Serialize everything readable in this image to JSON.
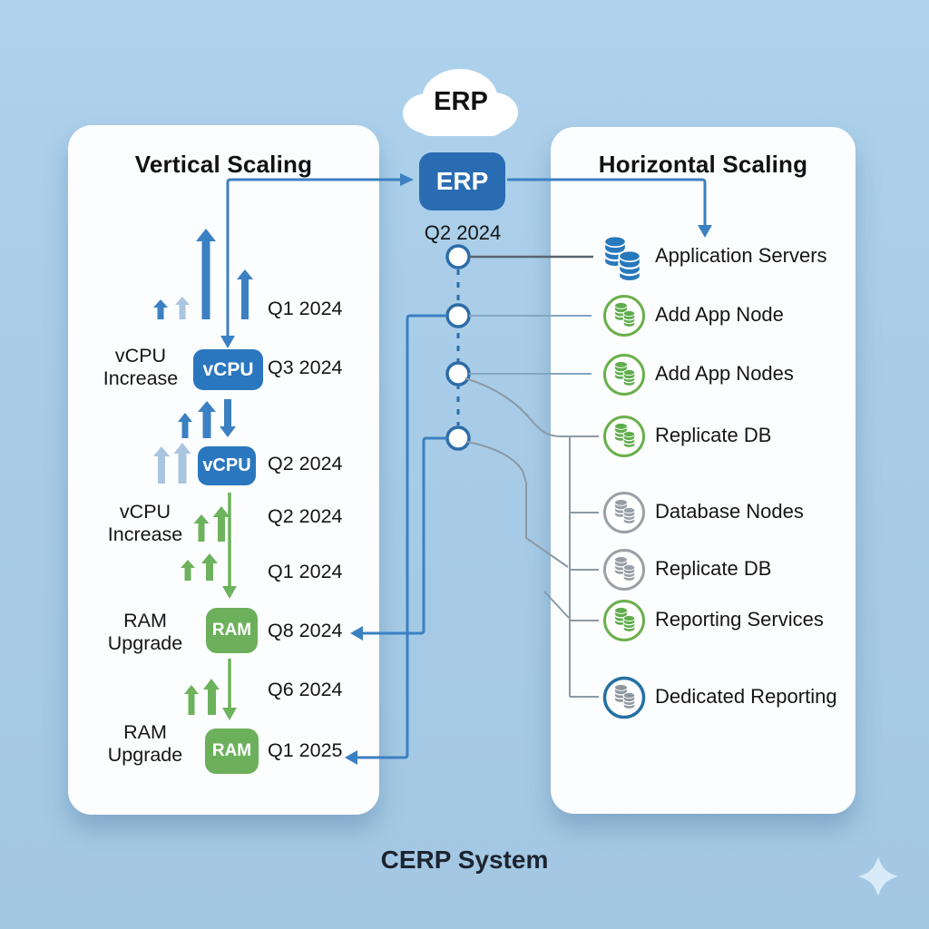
{
  "center": {
    "cloud_label": "ERP",
    "erp_box_label": "ERP",
    "erp_date": "Q2 2024"
  },
  "vertical": {
    "title": "Vertical Scaling",
    "quarters": [
      "Q1 2024",
      "Q3 2024",
      "Q2 2024",
      "Q2 2024",
      "Q1 2024",
      "Q8 2024",
      "Q6 2024",
      "Q1 2025"
    ],
    "side_labels": [
      {
        "line1": "vCPU",
        "line2": "Increase"
      },
      {
        "line1": "vCPU",
        "line2": "Increase"
      },
      {
        "line1": "RAM",
        "line2": "Upgrade"
      },
      {
        "line1": "RAM",
        "line2": "Upgrade"
      }
    ],
    "boxes": [
      {
        "label": "vCPU"
      },
      {
        "label": "vCPU"
      },
      {
        "label": "RAM"
      },
      {
        "label": "RAM"
      }
    ]
  },
  "horizontal": {
    "title": "Horizontal Scaling",
    "items": [
      {
        "label": "Application Servers",
        "icon": "database-stack-blue"
      },
      {
        "label": "Add App Node",
        "icon": "database-circle-green"
      },
      {
        "label": "Add App Nodes",
        "icon": "database-circle-green"
      },
      {
        "label": "Replicate DB",
        "icon": "database-circle-green"
      },
      {
        "label": "Database Nodes",
        "icon": "database-circle-gray"
      },
      {
        "label": "Replicate DB",
        "icon": "database-circle-gray"
      },
      {
        "label": "Reporting Services",
        "icon": "database-circle-green"
      },
      {
        "label": "Dedicated Reporting",
        "icon": "database-circle-blue"
      }
    ]
  },
  "footer": {
    "caption": "CERP System"
  },
  "colors": {
    "background": "#a7cbe6",
    "panel": "#fcfdfe",
    "erp_box_blue": "#2a6cb2",
    "chip_blue": "#2b77bf",
    "chip_green": "#6cb05c",
    "arrow_blue": "#3b80c2",
    "arrow_light_blue": "#aac5df",
    "arrow_green": "#6db25c",
    "timeline_blue": "#2d6ca8",
    "icon_blue": "#2878bc",
    "icon_green": "#5fad4d",
    "icon_gray": "#979ea6",
    "dedicated_ring_blue": "#2471a3",
    "connector_gray": "#8b99a6"
  }
}
